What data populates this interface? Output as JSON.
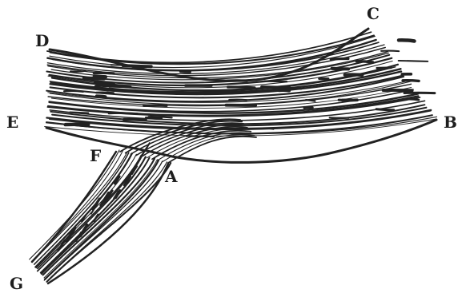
{
  "figure": {
    "labels": {
      "A": "A",
      "B": "B",
      "C": "C",
      "D": "D",
      "E": "E",
      "F": "F",
      "G": "G"
    },
    "ink_color": "#222222",
    "paper_color": "#ffffff"
  }
}
